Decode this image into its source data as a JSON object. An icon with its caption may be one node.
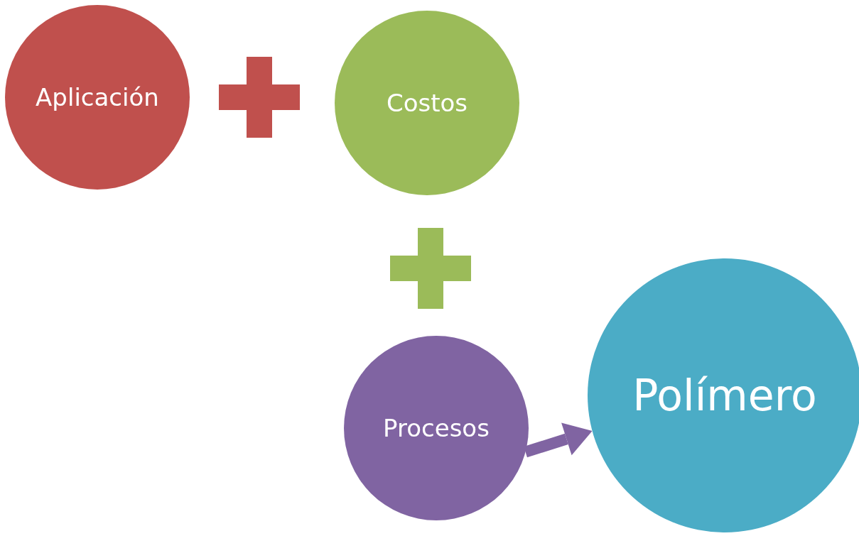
{
  "diagram": {
    "nodes": [
      {
        "text": [
          "Aplicación"
        ]
      },
      {
        "text": [],
        "shape": "plus"
      },
      {
        "text": [
          "Costos"
        ]
      },
      {
        "text": [],
        "shape": "plus"
      },
      {
        "text": [
          "Procesos"
        ]
      },
      {
        "text": [
          "Polímero"
        ]
      }
    ],
    "edges": [
      {
        "from": 4,
        "to": 5,
        "arrow": "to"
      }
    ]
  }
}
